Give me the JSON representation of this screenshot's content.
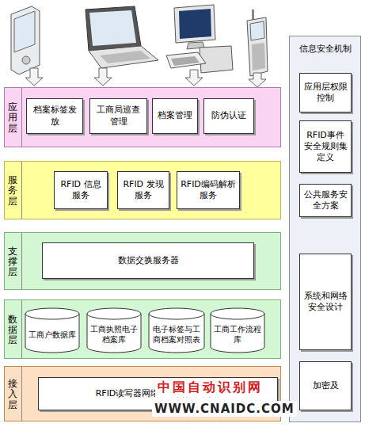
{
  "diagram": {
    "nodes": [
      {
        "text": [
          "应用层"
        ]
      },
      {
        "text": [
          "档案标签发放"
        ],
        "in": 0
      },
      {
        "text": [
          "工商局巡查管理"
        ],
        "in": 0
      },
      {
        "text": [
          "档案管理"
        ],
        "in": 0
      },
      {
        "text": [
          "防伪认证"
        ],
        "in": 0
      },
      {
        "text": [
          "服务层"
        ]
      },
      {
        "text": [
          "RFID 信息服务"
        ],
        "in": 5
      },
      {
        "text": [
          "RFID 发现服务"
        ],
        "in": 5
      },
      {
        "text": [
          "RFID编码解析服务"
        ],
        "in": 5
      },
      {
        "text": [
          "支撑层"
        ]
      },
      {
        "text": [
          "数据交换服务器"
        ],
        "in": 9
      },
      {
        "text": [
          "数据层"
        ]
      },
      {
        "text": [
          "工商户数据库"
        ],
        "in": 11
      },
      {
        "text": [
          "工商执照电子档案库"
        ],
        "in": 11
      },
      {
        "text": [
          "电子标签与工商档案对照表"
        ],
        "in": 11
      },
      {
        "text": [
          "工商工作流程库"
        ],
        "in": 11
      },
      {
        "text": [
          "接入层"
        ]
      },
      {
        "text": [
          "RFID读写器网络、中间件、网络"
        ],
        "in": 16
      },
      {
        "text": [
          "信息安全机制"
        ]
      },
      {
        "text": [
          "应用层权限控制"
        ],
        "in": 18
      },
      {
        "text": [
          "RFID事件安全规则集定义"
        ],
        "in": 18
      },
      {
        "text": [
          "公共服务安全方案"
        ],
        "in": 18
      },
      {
        "text": [
          "系统和网络安全设计"
        ],
        "in": 18
      },
      {
        "text": [
          "加密及"
        ],
        "in": 18
      }
    ],
    "labels": [
      "中国自动识别网",
      "WWW.CNAIDC.COM"
    ]
  }
}
